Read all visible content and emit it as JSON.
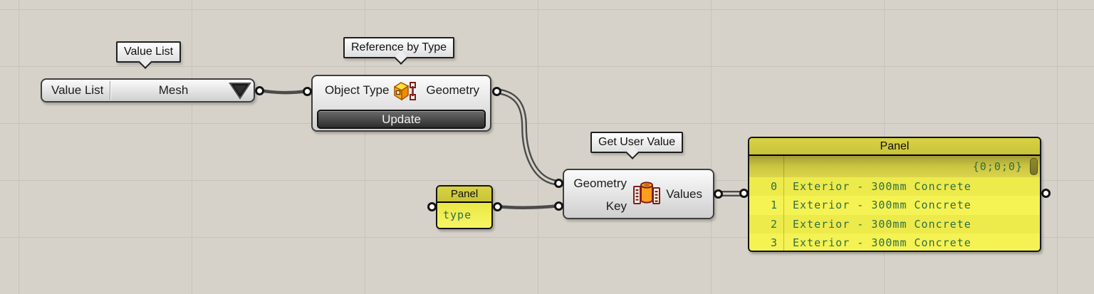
{
  "colors": {
    "bg": "#d6d2c9",
    "grid": "#c7c3ba",
    "wire": "#4b4b4b",
    "panel-yellow": "#f5f254",
    "panel-yellow-alt": "#edea4c",
    "panel-olive": "#d2cc3f",
    "panel-green-text": "#2e6e46",
    "btn-dark": "#3a3a3a"
  },
  "icons": {
    "value_list_arrow": "dropdown-triangle-icon",
    "reference_component": "object-type-cube-icon",
    "get_user_value": "user-value-cylinder-icon"
  },
  "tooltips": {
    "value_list": "Value List",
    "reference": "Reference by Type",
    "get_user_value": "Get User Value"
  },
  "value_list": {
    "name_label": "Value List",
    "selected_item": "Mesh"
  },
  "reference": {
    "input_label": "Object Type",
    "output_label": "Geometry",
    "button_label": "Update"
  },
  "key_panel": {
    "title": "Panel",
    "text": "type"
  },
  "get_user_value": {
    "input1": "Geometry",
    "input2": "Key",
    "output": "Values"
  },
  "output_panel": {
    "title": "Panel",
    "path_badge": "{0;0;0}",
    "rows": [
      {
        "index": "0",
        "value": "Exterior - 300mm Concrete"
      },
      {
        "index": "1",
        "value": "Exterior - 300mm Concrete"
      },
      {
        "index": "2",
        "value": "Exterior - 300mm Concrete"
      },
      {
        "index": "3",
        "value": "Exterior - 300mm Concrete"
      }
    ]
  }
}
